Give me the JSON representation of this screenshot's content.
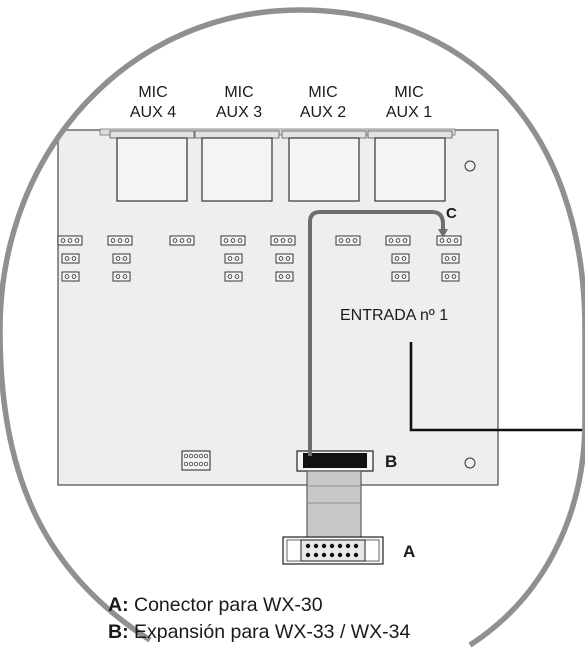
{
  "mic_labels": [
    {
      "line1": "MIC",
      "line2": "AUX 4"
    },
    {
      "line1": "MIC",
      "line2": "AUX 3"
    },
    {
      "line1": "MIC",
      "line2": "AUX 2"
    },
    {
      "line1": "MIC",
      "line2": "AUX 1"
    }
  ],
  "markers": {
    "a": "A",
    "b": "B",
    "c": "C"
  },
  "entrada_label": "ENTRADA nº 1",
  "legend": [
    {
      "key": "A:",
      "text": "Conector para WX-30"
    },
    {
      "key": "B:",
      "text": "Expansión para WX-33 / WX-34"
    }
  ],
  "colors": {
    "board": "#eeeeee",
    "circle_outline": "#909090",
    "cable": "#6e6e6e",
    "wire": "#111111",
    "ribbon": "#c8c8c8"
  }
}
